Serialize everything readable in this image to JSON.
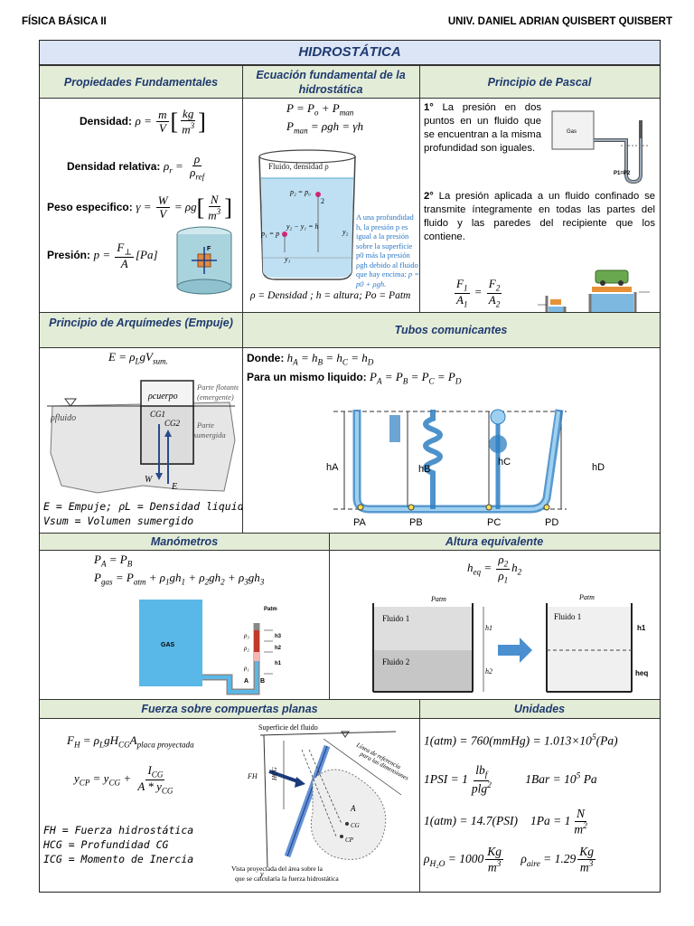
{
  "header": {
    "left": "FÍSICA BÁSICA II",
    "right": "UNIV. DANIEL ADRIAN QUISBERT QUISBERT"
  },
  "title": "HIDROSTÁTICA",
  "sections": {
    "propiedades": "Propiedades Fundamentales",
    "ecuacion": "Ecuación fundamental de la hidrostática",
    "pascal": "Principio de Pascal",
    "arquimedes": "Principio de Arquímedes (Empuje)",
    "tubos": "Tubos comunicantes",
    "manometros": "Manómetros",
    "altura": "Altura equivalente",
    "fuerza": "Fuerza sobre compuertas planas",
    "unidades": "Unidades"
  },
  "propiedades": {
    "densidad": "Densidad:",
    "relativa": "Densidad relativa:",
    "peso": "Peso especifico:",
    "presion": "Presión:"
  },
  "ecuacion": {
    "fluido_label": "Fluido, densidad ρ",
    "blue_text": "A una profundidad h, la presión p es igual a la presión sobre la superficie p0 más la presión ρgh debido al fluido que hay encima:",
    "blue_eq": "p = p0 + ρgh.",
    "legend": "ρ = Densidad ; h = altura; Po = Patm"
  },
  "pascal": {
    "p1_num": "1°",
    "p1": "La presión en dos puntos en un fluido que se encuentran a la misma profundidad son iguales.",
    "p2_num": "2°",
    "p2": "La presión aplicada a un fluido confinado se transmite íntegramente en todas las partes del fluido y las paredes del recipiente que los contiene.",
    "gas_label": "Gas",
    "p_eq": "P1=P2"
  },
  "arquimedes": {
    "cuerpo": "ρcuerpo",
    "flotante": "Parte flotante (emergente)",
    "sumergida": "Parte sumergida",
    "fluido": "ρfluido",
    "legend1": "E = Empuje;  ρL = Densidad liquido",
    "legend2": "Vsum = Volumen sumergido"
  },
  "tubos": {
    "donde": "Donde:",
    "mismo": "Para un mismo liquido:",
    "labels_h": [
      "hA",
      "hB",
      "hC",
      "hD"
    ],
    "labels_p": [
      "PA",
      "PB",
      "PC",
      "PD"
    ]
  },
  "manometros": {
    "gas": "GAS",
    "patm": "Patm",
    "a": "A",
    "b": "B",
    "h_labels": [
      "h3",
      "h2",
      "h1"
    ]
  },
  "altura": {
    "patm": "Patm",
    "fluido1": "Fluido 1",
    "fluido2": "Fluido 2",
    "h1": "h1",
    "h2": "h2",
    "heq": "heq"
  },
  "fuerza": {
    "superficie": "Superficie del fluido",
    "linea": "Línea de referencia para las dimensiones",
    "vista": "Vista proyectada del área sobre la que se calcularía la fuerza hidrostática",
    "legend1": "FH = Fuerza hidrostática",
    "legend2": "HCG = Profundidad CG",
    "legend3": "ICG = Momento de Inercia"
  },
  "colors": {
    "bar_green": "#e3ecd6",
    "bar_blue": "#dbe5f5",
    "title_text": "#1f3a70",
    "water": "#bfe0f2",
    "tube_blue": "#2e7fc2"
  }
}
